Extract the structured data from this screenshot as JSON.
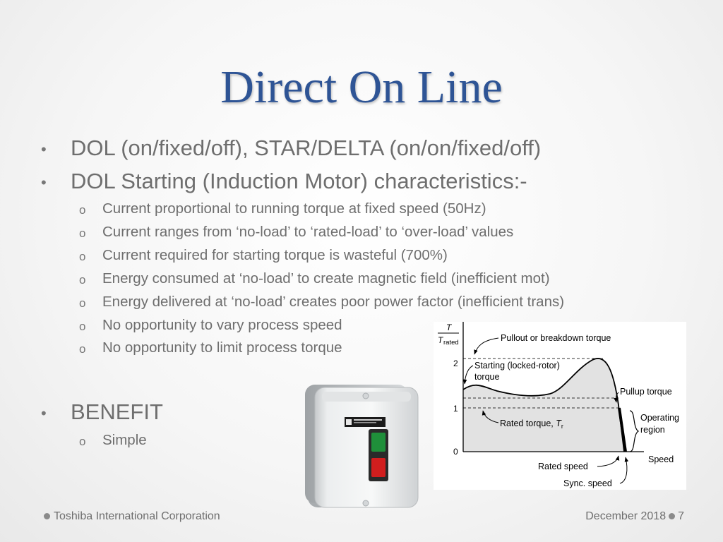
{
  "slide": {
    "title": "Direct On Line",
    "bullets": [
      "DOL (on/fixed/off), STAR/DELTA (on/on/fixed/off)",
      "DOL Starting (Induction Motor) characteristics:-"
    ],
    "sub_bullets": [
      "Current proportional to running torque at fixed speed (50Hz)",
      "Current ranges from ‘no-load’ to ‘rated-load’ to ‘over-load’ values",
      "Current required for starting torque is wasteful (700%)",
      "Energy consumed at ‘no-load’ to create magnetic field (inefficient mot)",
      "Energy delivered at ‘no-load’ creates poor power factor (inefficient trans)",
      "No opportunity to vary process speed",
      "No opportunity to limit process torque"
    ],
    "benefit": {
      "label": "BENEFIT",
      "items": [
        "Simple"
      ]
    },
    "bullet_glyph": "•",
    "sub_glyph": "o"
  },
  "graph": {
    "y_label_num": "T",
    "y_label_den_main": "T",
    "y_label_den_sub": "rated",
    "y_ticks": [
      "2",
      "1",
      "0"
    ],
    "labels": {
      "pullout": "Pullout or breakdown torque",
      "starting_1": "Starting (locked-rotor)",
      "starting_2": "torque",
      "pullup": "Pullup torque",
      "operating_1": "Operating",
      "operating_2": "region",
      "rated_torque": "Rated torque, ",
      "rated_torque_sym": "T",
      "rated_torque_sub": "r",
      "speed": "Speed",
      "rated_speed": "Rated speed",
      "sync_speed": "Sync. speed"
    }
  },
  "starter": {
    "accent_on": "#1f8f3a",
    "accent_off": "#d11e1e"
  },
  "footer": {
    "company": "Toshiba International Corporation",
    "date": "December  2018",
    "page": "7"
  }
}
